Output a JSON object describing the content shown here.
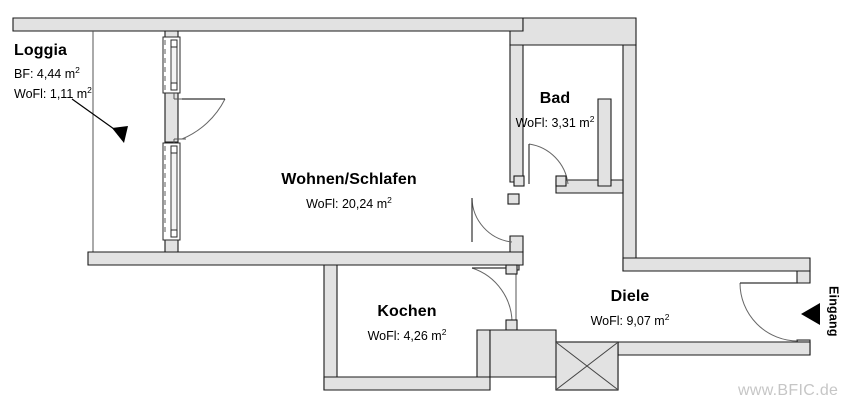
{
  "document": {
    "type": "floor-plan",
    "watermark": "www.BFIC.de"
  },
  "rooms": [
    {
      "id": "loggia",
      "name": "Loggia",
      "lines": [
        "BF: 4,44 m",
        "WoFl: 1,11 m"
      ],
      "area_bf": "BF: 4,44 m",
      "area_wofl": "WoFl: 1,11 m",
      "unit_sup": "2"
    },
    {
      "id": "wohnen-schlafen",
      "name": "Wohnen/Schlafen",
      "area_wofl": "WoFl: 20,24 m",
      "unit_sup": "2"
    },
    {
      "id": "bad",
      "name": "Bad",
      "area_wofl": "WoFl: 3,31 m",
      "unit_sup": "2"
    },
    {
      "id": "kochen",
      "name": "Kochen",
      "area_wofl": "WoFl: 4,26 m",
      "unit_sup": "2"
    },
    {
      "id": "diele",
      "name": "Diele",
      "area_wofl": "WoFl: 9,07 m",
      "unit_sup": "2"
    }
  ],
  "annotations": {
    "entrance": "Eingang",
    "loggia_pointer": "arrow-to-loggia"
  },
  "colors": {
    "wall_fill": "#e2e2e2",
    "wall_stroke": "#1a1a1a",
    "text": "#000000",
    "watermark": "#c6c6c6",
    "background": "#ffffff"
  }
}
